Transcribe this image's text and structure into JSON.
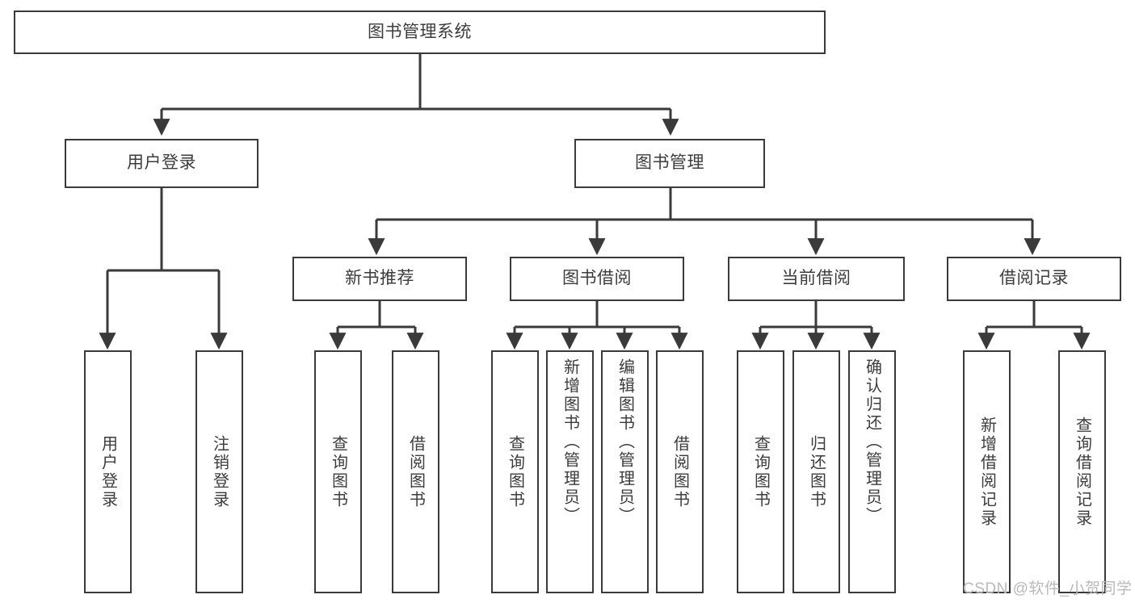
{
  "diagram": {
    "title": "图书管理系统",
    "type": "tree-hierarchy-chart",
    "stroke_color": "#3a3a3a",
    "text_color": "#3c3c3c",
    "background_color": "#ffffff"
  },
  "nodes": {
    "root": {
      "label": "图书管理系统"
    },
    "level2": [
      {
        "id": "user-login",
        "label": "用户登录"
      },
      {
        "id": "book-management",
        "label": "图书管理"
      }
    ],
    "level3": [
      {
        "id": "new-book-recommend",
        "label": "新书推荐"
      },
      {
        "id": "book-borrow",
        "label": "图书借阅"
      },
      {
        "id": "current-borrow",
        "label": "当前借阅"
      },
      {
        "id": "borrow-record",
        "label": "借阅记录"
      }
    ],
    "leaves": [
      {
        "id": "leaf-user-login",
        "label": "用户登录"
      },
      {
        "id": "leaf-logout-login",
        "label": "注销登录"
      },
      {
        "id": "leaf-query-book-1",
        "label": "查询图书"
      },
      {
        "id": "leaf-borrow-book-1",
        "label": "借阅图书"
      },
      {
        "id": "leaf-query-book-2",
        "label": "查询图书"
      },
      {
        "id": "leaf-add-book-admin",
        "label": "新增图书（管理员）"
      },
      {
        "id": "leaf-edit-book-admin",
        "label": "编辑图书（管理员）"
      },
      {
        "id": "leaf-borrow-book-2",
        "label": "借阅图书"
      },
      {
        "id": "leaf-query-book-3",
        "label": "查询图书"
      },
      {
        "id": "leaf-return-book",
        "label": "归还图书"
      },
      {
        "id": "leaf-confirm-return-admin",
        "label": "确认归还（管理员）"
      },
      {
        "id": "leaf-add-borrow-record",
        "label": "新增借阅记录"
      },
      {
        "id": "leaf-query-borrow-record",
        "label": "查询借阅记录"
      }
    ]
  },
  "watermark": {
    "text": "CSDN @软件_小贺同学"
  },
  "chart_data": {
    "type": "tree",
    "title": "图书管理系统",
    "hierarchy": [
      {
        "label": "图书管理系统",
        "children": [
          {
            "label": "用户登录",
            "children": [
              {
                "label": "用户登录"
              },
              {
                "label": "注销登录"
              }
            ]
          },
          {
            "label": "图书管理",
            "children": [
              {
                "label": "新书推荐",
                "children": [
                  {
                    "label": "查询图书"
                  },
                  {
                    "label": "借阅图书"
                  }
                ]
              },
              {
                "label": "图书借阅",
                "children": [
                  {
                    "label": "查询图书"
                  },
                  {
                    "label": "新增图书（管理员）"
                  },
                  {
                    "label": "编辑图书（管理员）"
                  },
                  {
                    "label": "借阅图书"
                  }
                ]
              },
              {
                "label": "当前借阅",
                "children": [
                  {
                    "label": "查询图书"
                  },
                  {
                    "label": "归还图书"
                  },
                  {
                    "label": "确认归还（管理员）"
                  }
                ]
              },
              {
                "label": "借阅记录",
                "children": [
                  {
                    "label": "新增借阅记录"
                  },
                  {
                    "label": "查询借阅记录"
                  }
                ]
              }
            ]
          }
        ]
      }
    ],
    "depth": 4,
    "node_count": 20
  }
}
